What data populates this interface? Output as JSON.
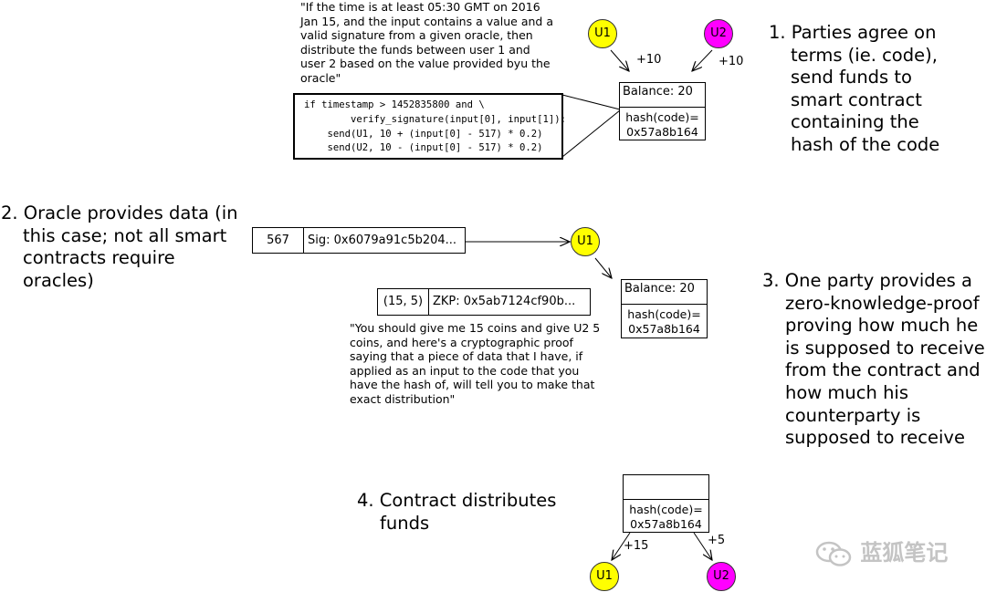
{
  "colors": {
    "u1": "#ffff00",
    "u2": "#ff00ff",
    "line": "#000000",
    "watermark": "#c4c4c4"
  },
  "top_quote": "\"If the time is at least 05:30 GMT on 2016 Jan 15, and the input contains a value and a valid signature from a given oracle, then distribute the funds between user 1 and user 2 based on the value provided  byu the oracle\"",
  "code_lines": [
    "if timestamp > 1452835800 and \\",
    "        verify_signature(input[0], input[1]):",
    "    send(U1, 10 + (input[0] - 517) * 0.2)",
    "    send(U2, 10 - (input[0] - 517) * 0.2)"
  ],
  "step1": {
    "lines": [
      "1. Parties agree on",
      "terms (ie. code),",
      "send funds to",
      "smart contract",
      "containing the",
      "hash of the code"
    ]
  },
  "step2": {
    "lines": [
      "2. Oracle provides data (in",
      "this case; not all smart",
      "contracts require",
      "oracles)"
    ]
  },
  "step3": {
    "lines": [
      "3. One party provides a",
      "zero-knowledge-proof",
      "proving how much he",
      "is supposed to receive",
      "from the contract and",
      "how much his",
      "counterparty is",
      "supposed to receive"
    ]
  },
  "step4": {
    "lines": [
      "4. Contract distributes",
      "funds"
    ]
  },
  "contract1": {
    "balance": "Balance: 20",
    "hash_label": "hash(code)=",
    "hash_value": "0x57a8b164"
  },
  "contract2": {
    "balance": "Balance: 20",
    "hash_label": "hash(code)=",
    "hash_value": "0x57a8b164"
  },
  "contract3": {
    "balance": "",
    "hash_label": "hash(code)=",
    "hash_value": "0x57a8b164"
  },
  "users": {
    "u1": "U1",
    "u2": "U2"
  },
  "deposits": {
    "u1": "+10",
    "u2": "+10"
  },
  "oracle_msg": {
    "value": "567",
    "sig": "Sig: 0x6079a91c5b204..."
  },
  "zkp_msg": {
    "value": "(15, 5)",
    "zkp": "ZKP: 0x5ab7124cf90b..."
  },
  "zkp_quote": "\"You should give me 15 coins and give U2 5 coins, and here's a cryptographic proof saying that a piece of data that I have, if applied as an input to the code that you have the hash of, will tell you to make that exact distribution\"",
  "payouts": {
    "u1": "+15",
    "u2": "+5"
  },
  "watermark": "蓝狐笔记"
}
